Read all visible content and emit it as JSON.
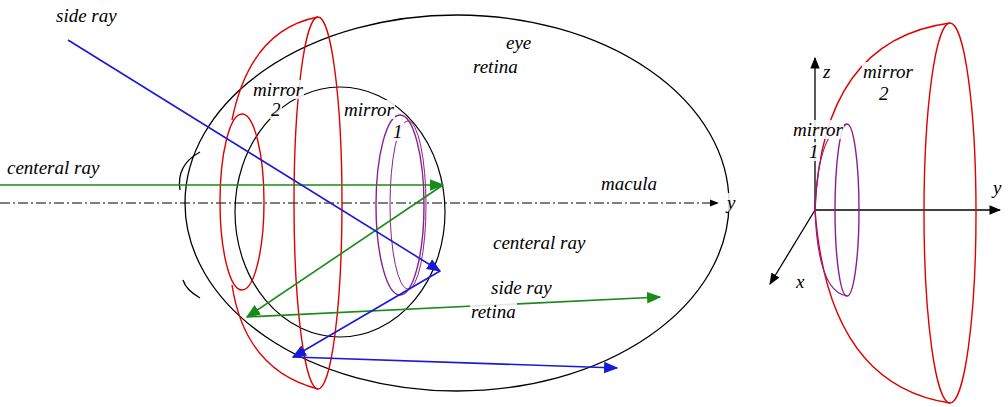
{
  "diagram": {
    "labels": [
      "side ray",
      "eye",
      "retina",
      "mirror",
      "2",
      "mirror",
      "1",
      "centeral ray",
      "macula",
      "y",
      "centeral ray",
      "side ray",
      "retina",
      "z",
      "mirror",
      "2",
      "mirror",
      "1",
      "x",
      "y"
    ]
  }
}
